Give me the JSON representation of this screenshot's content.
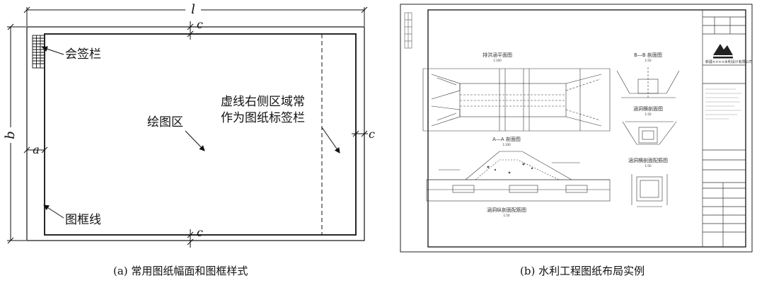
{
  "panel_a": {
    "dim_l": "l",
    "dim_b": "b",
    "dim_a": "a",
    "dim_c": "c",
    "label_countersign": "会签栏",
    "label_drawing_area": "绘图区",
    "label_title_area_line1": "虚线右侧区域常",
    "label_title_area_line2": "作为图纸标签栏",
    "label_frame_line": "图框线",
    "caption": "(a) 常用图纸幅面和图框样式"
  },
  "panel_b": {
    "title_plan": "排洪涵平面图",
    "title_aa": "A—A 剖面图",
    "title_bb": "B—B 剖面图",
    "title_culvert_section": "涵洞横剖面图",
    "title_culvert_rebar": "涵洞横剖面配筋图",
    "title_longitudinal_rebar": "涵洞纵剖面配筋图",
    "scale_1": "1:100",
    "scale_2": "1:50",
    "company": "新疆××××水利设计有限公司",
    "caption": "(b) 水利工程图纸布局实例"
  }
}
